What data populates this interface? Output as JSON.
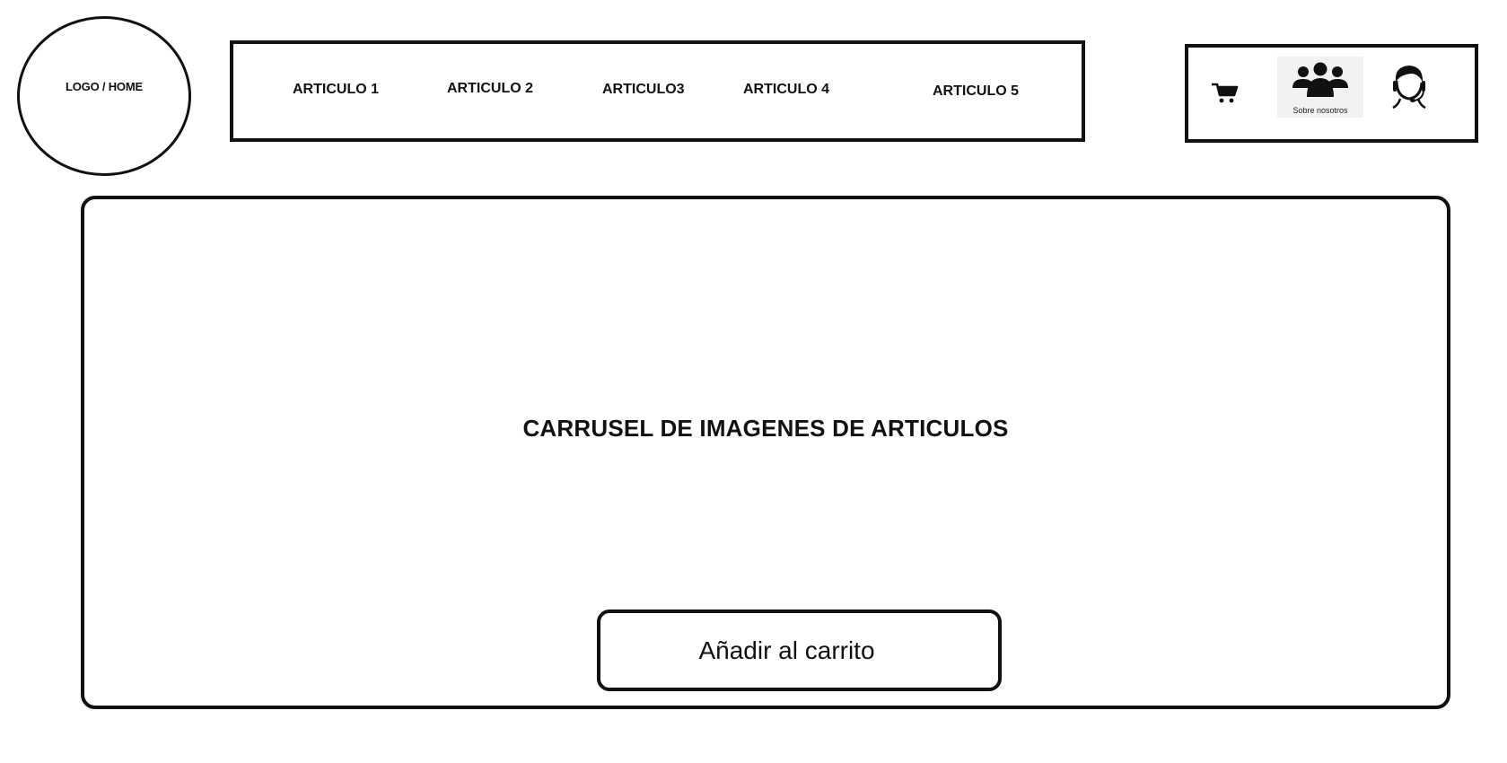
{
  "logo": {
    "label": "LOGO / HOME"
  },
  "nav": {
    "items": [
      {
        "label": "ARTICULO 1"
      },
      {
        "label": "ARTICULO 2"
      },
      {
        "label": "ARTICULO3"
      },
      {
        "label": "ARTICULO 4"
      },
      {
        "label": "ARTICULO 5"
      }
    ]
  },
  "tools": {
    "cart_icon": "shopping-cart-icon",
    "about": {
      "icon": "group-icon",
      "label": "Sobre nosotros"
    },
    "support_icon": "headset-support-icon"
  },
  "carousel": {
    "title": "CARRUSEL DE IMAGENES DE ARTICULOS",
    "add_to_cart_label": "Añadir al carrito"
  }
}
